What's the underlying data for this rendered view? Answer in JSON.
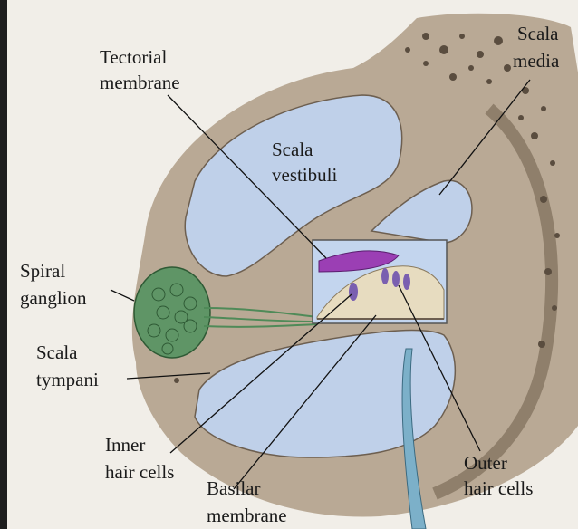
{
  "labels": {
    "tectorial_1": "Tectorial",
    "tectorial_2": "membrane",
    "scala_media_1": "Scala",
    "scala_media_2": "media",
    "scala_vestibuli_1": "Scala",
    "scala_vestibuli_2": "vestibuli",
    "spiral_ganglion_1": "Spiral",
    "spiral_ganglion_2": "ganglion",
    "scala_tympani_1": "Scala",
    "scala_tympani_2": "tympani",
    "inner_hair_1": "Inner",
    "inner_hair_2": "hair cells",
    "basilar_1": "Basilar",
    "basilar_2": "membrane",
    "outer_hair_1": "Outer",
    "outer_hair_2": "hair cells"
  },
  "colors": {
    "page_background": "#f1eee8",
    "bone": "#b9a995",
    "bone_dark": "#8f7f6b",
    "fluid": "#bfd0e9",
    "ganglion": "#5f9566",
    "tectorial": "#9b3fb4",
    "organ": "#e7dcc0",
    "frame_edge": "#1e1e1e",
    "leader": "#111111"
  }
}
